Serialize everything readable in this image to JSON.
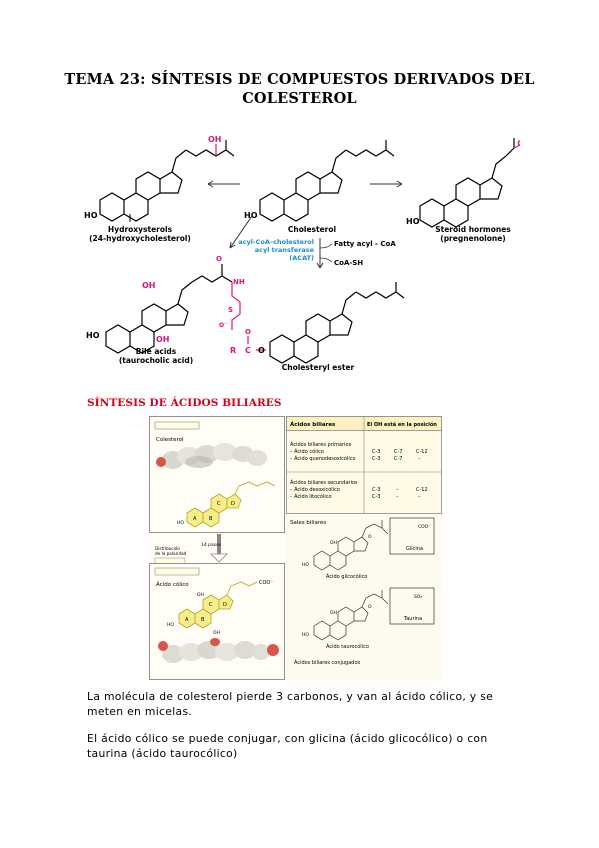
{
  "document": {
    "title_line1": "TEMA 23: SÍNTESIS DE COMPUESTOS DERIVADOS DEL",
    "title_line2": "COLESTEROL",
    "section_heading": "SÍNTESIS DE ÁCIDOS BILIARES",
    "paragraph1": "La molécula de colesterol pierde 3 carbonos, y van al ácido cólico, y se meten en micelas.",
    "paragraph2": "El ácido cólico se puede conjugar, con glicina (ácido glicocólico) o con taurina (ácido taurocólico)"
  },
  "figure1": {
    "hydroxysterols": "Hydroxysterols",
    "hydroxysterols_sub": "(24-hydroxycholesterol)",
    "cholesterol": "Cholesterol",
    "steroid": "Steroid hormones",
    "steroid_sub": "(pregnenolone)",
    "bile": "Bile acids",
    "bile_sub": "(taurocholic acid)",
    "ester": "Cholesteryl ester",
    "enzyme1": "acyl-CoA–cholesterol",
    "enzyme2": "acyl transferase",
    "enzyme3": "(ACAT)",
    "fatty": "Fatty acyl - CoA",
    "coash": "CoA-SH",
    "ho": "HO",
    "oh": "OH",
    "o": "O",
    "nh": "NH",
    "s": "S",
    "r": "R",
    "c": "C",
    "o_minus": "O⁻",
    "colors": {
      "pink": "#e0157a",
      "blue": "#1a8fd0"
    }
  },
  "figure2": {
    "colesterol": "Colesterol",
    "pasos": "14 pasos",
    "distribucion1": "Distribución",
    "distribucion2": "de la polaridad",
    "acido_colico": "Ácido cólico",
    "coo": "COO⁻",
    "table_header1": "Ácidos biliares",
    "table_header2": "El OH está en la posición",
    "primarios": "Ácidos biliares primarios",
    "colico": "– Ácido cólico",
    "quenodesoxicolico": "– Ácido quenodesoxicólico",
    "secundarios": "Ácidos biliares secundarios",
    "desoxicolico": "– Ácido desoxicólico",
    "litocolico": "– Ácido litocólico",
    "pos": {
      "r1": [
        "C-3",
        "C-7",
        "C-12"
      ],
      "r2": [
        "C-3",
        "C-7",
        "–"
      ],
      "r3": [
        "C-3",
        "–",
        "C-12"
      ],
      "r4": [
        "C-3",
        "–",
        "–"
      ]
    },
    "sales": "Sales biliares",
    "glicina": "Glicina",
    "glicocolico": "Ácido glicocólico",
    "taurina": "Taurina",
    "taurocolico": "Ácido taurocólico",
    "conjugados": "Ácidos biliares conjugados",
    "so3": "SO₃⁻",
    "ring_a": "A",
    "ring_b": "B",
    "ring_c": "C",
    "ring_d": "D",
    "colors": {
      "yellow": "#f6ee8a",
      "yellowstroke": "#b8a320",
      "boxbg": "#fffbe6"
    }
  }
}
